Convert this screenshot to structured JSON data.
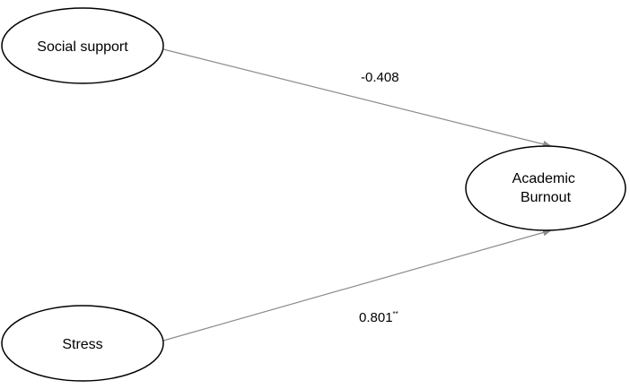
{
  "diagram": {
    "nodes": {
      "social_support": {
        "label": "Social support"
      },
      "stress": {
        "label": "Stress"
      },
      "academic_burnout": {
        "label_lines": [
          "Academic",
          "Burnout"
        ]
      }
    },
    "edges": {
      "social_to_burnout": {
        "coefficient": "-0.408",
        "significance": ""
      },
      "stress_to_burnout": {
        "coefficient": "0.801",
        "significance": "**"
      }
    },
    "colors": {
      "node_stroke": "#000000",
      "edge_stroke": "#8c8c8c",
      "text": "#000000"
    }
  }
}
